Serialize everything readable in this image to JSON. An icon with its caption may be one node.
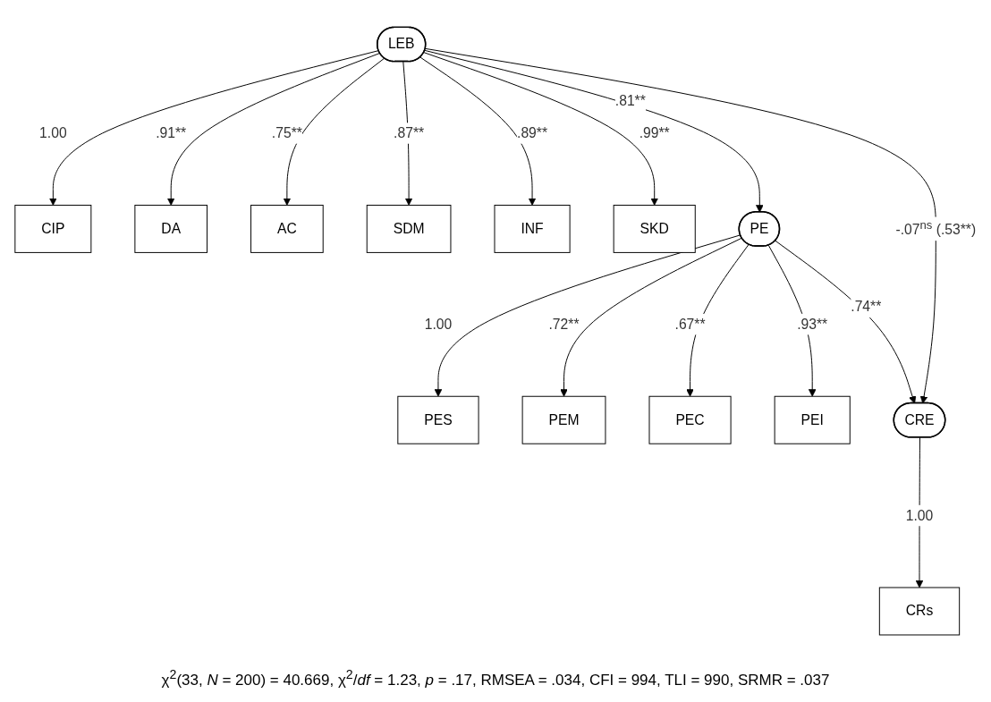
{
  "diagram": {
    "caption": "χ$^{2}$(33, *N* = 200) = 40.669, χ$^{2}$/*df* = 1.23, *p* = .17, RMSEA = .034, CFI = 994, TLI = 990, SRMR = .037",
    "nodes": [
      {
        "text": [
          "PES"
        ]
      },
      {
        "text": [
          "PEM"
        ]
      },
      {
        "text": [
          "PEC"
        ]
      },
      {
        "text": [
          "PEI"
        ]
      },
      {
        "text": [
          "CIP"
        ]
      },
      {
        "text": [
          "DA"
        ]
      },
      {
        "text": [
          "AC"
        ]
      },
      {
        "text": [
          "SDM"
        ]
      },
      {
        "text": [
          "INF"
        ]
      },
      {
        "text": [
          "SKD"
        ]
      },
      {
        "text": [
          "PE"
        ]
      },
      {
        "text": [
          "LEB"
        ]
      },
      {
        "text": [
          "CRE"
        ]
      },
      {
        "text": [
          "CRs"
        ]
      }
    ],
    "edges": [
      {
        "from": 11,
        "to": 4,
        "arrow": "to",
        "label": "1.00"
      },
      {
        "from": 11,
        "to": 5,
        "arrow": "to",
        "label": ".91**"
      },
      {
        "from": 11,
        "to": 6,
        "arrow": "to",
        "label": ".75**"
      },
      {
        "from": 11,
        "to": 7,
        "arrow": "to",
        "label": ".87**"
      },
      {
        "from": 11,
        "to": 8,
        "arrow": "to",
        "label": ".89**"
      },
      {
        "from": 11,
        "to": 9,
        "arrow": "to",
        "label": ".99**"
      },
      {
        "from": 10,
        "to": 0,
        "arrow": "to",
        "label": "1.00"
      },
      {
        "from": 10,
        "to": 1,
        "arrow": "to",
        "label": ".72**"
      },
      {
        "from": 10,
        "to": 2,
        "arrow": "to",
        "label": ".67**"
      },
      {
        "from": 10,
        "to": 3,
        "arrow": "to",
        "label": ".93**"
      },
      {
        "from": 11,
        "to": 10,
        "arrow": "to",
        "label": ".81**"
      },
      {
        "from": 10,
        "to": 12,
        "arrow": "to",
        "label": ".74**"
      },
      {
        "from": 11,
        "to": 12,
        "arrow": "to",
        "label": "-.07$^{ns}$ (.53**)"
      },
      {
        "from": 12,
        "to": 13,
        "arrow": "to",
        "label": "1.00"
      }
    ]
  }
}
